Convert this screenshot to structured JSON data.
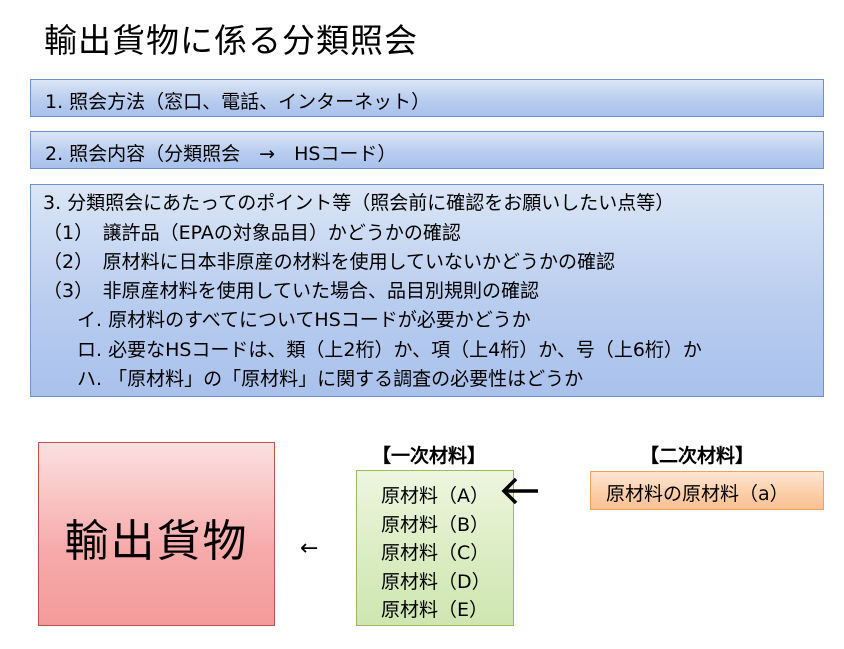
{
  "title": "輸出貨物に係る分類照会",
  "steps": {
    "step1": "1. 照会方法（窓口、電話、インターネット）",
    "step2": "2. 照会内容（分類照会　→　HSコード）",
    "step3_lines": [
      "3. 分類照会にあたってのポイント等（照会前に確認をお願いしたい点等）",
      "（1）　譲許品（EPAの対象品目）かどうかの確認",
      "（2）　原材料に日本非原産の材料を使用していないかどうかの確認",
      "（3）　非原産材料を使用していた場合、品目別規則の確認",
      "イ. 原材料のすべてについてHSコードが必要かどうか",
      "ロ. 必要なHSコードは、類（上2桁）か、項（上4桁）か、号（上6桁）か",
      "ハ. 「原材料」の「原材料」に関する調査の必要性はどうか"
    ]
  },
  "diagram": {
    "export_goods": "輸出貨物",
    "arrow_small": "←",
    "primary_header": "【一次材料】",
    "secondary_header": "【二次材料】",
    "primary_materials": [
      "原材料（A）",
      "原材料（B）",
      "原材料（C）",
      "原材料（D）",
      "原材料（E）"
    ],
    "secondary_material": "原材料の原材料（a）"
  },
  "colors": {
    "blue_box_border": "#6f93c8",
    "export_box_border": "#c0504d",
    "green_box_border": "#9bbb59",
    "orange_box_border": "#f0a458"
  }
}
